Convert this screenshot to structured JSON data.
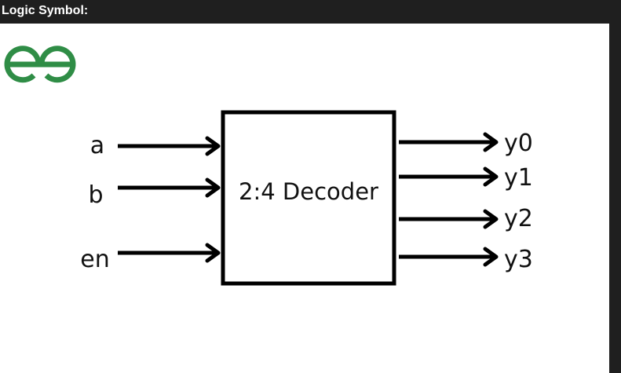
{
  "header": {
    "title": "Logic Symbol:"
  },
  "logo": {
    "icon": "geeksforgeeks-logo-icon",
    "color": "#2f8d46"
  },
  "diagram": {
    "block_label": "2:4 Decoder",
    "inputs": [
      "a",
      "b",
      "en"
    ],
    "outputs": [
      "y0",
      "y1",
      "y2",
      "y3"
    ],
    "stroke_color": "#000000"
  }
}
